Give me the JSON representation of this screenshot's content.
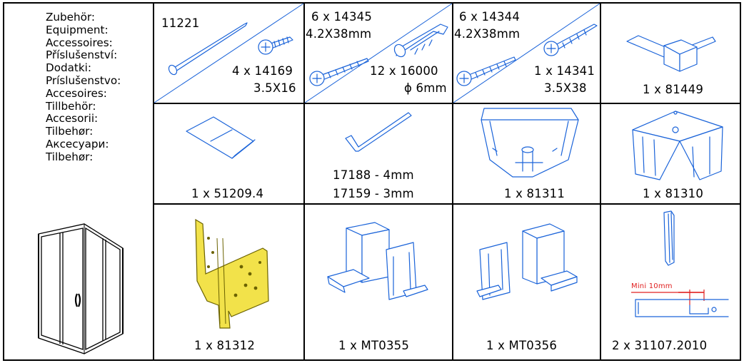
{
  "colors": {
    "line": "#000000",
    "drawing": "#1a63d9",
    "highlight": "#f2e24a",
    "measure": "#e02020"
  },
  "languages": [
    "Zubehör:",
    "Equipment:",
    "Accessoires:",
    "Příslušenství:",
    "Dodatki:",
    "Príslušenstvo:",
    "Accesoires:",
    "Tillbehör:",
    "Accesorii:",
    "Tilbehør:",
    "Аксесуари:",
    "Tilbehør:"
  ],
  "row1": {
    "c1": {
      "top": "11221",
      "bottom_qty": "4 x 14169",
      "bottom_size": "3.5X16"
    },
    "c2": {
      "top_qty": "6 x 14345",
      "top_size": "4.2X38mm",
      "bottom_qty": "12 x 16000",
      "bottom_size": "ϕ 6mm"
    },
    "c3": {
      "top_qty": "6 x 14344",
      "top_size": "4.2X38mm",
      "bottom_qty": "1 x 14341",
      "bottom_size": "3.5X38"
    },
    "c4": {
      "label": "1 x 81449"
    }
  },
  "row2": {
    "c1": {
      "label": "1 x 51209.4"
    },
    "c2": {
      "line1": "17188 - 4mm",
      "line2": "17159 - 3mm"
    },
    "c3": {
      "label": "1 x 81311"
    },
    "c4": {
      "label": "1 x 81310"
    }
  },
  "row3": {
    "c1": {
      "label": "1 x 81312"
    },
    "c2": {
      "label": "1 x MT0355"
    },
    "c3": {
      "label": "1 x MT0356"
    },
    "c4": {
      "label": "2 x 31107.2010",
      "measure": "Mini 10mm"
    }
  }
}
